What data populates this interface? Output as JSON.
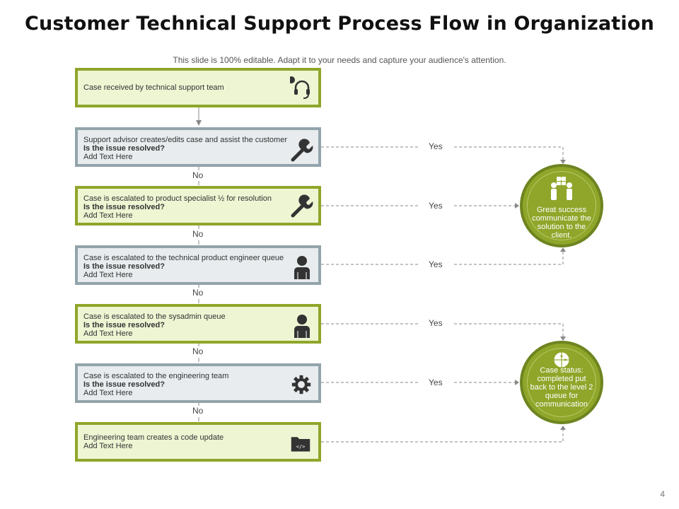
{
  "title": "Customer Technical Support Process Flow in Organization",
  "subtitle": "This slide is 100% editable. Adapt it to your needs and capture your audience's attention.",
  "steps": [
    {
      "text": "Case received by technical support team",
      "question": "",
      "note": "",
      "icon": "headset-icon"
    },
    {
      "text": "Support advisor creates/edits case and assist the customer",
      "question": "Is the issue resolved?",
      "note": "Add Text Here",
      "icon": "wrench-icon"
    },
    {
      "text": "Case is escalated to product specialist ½ for resolution",
      "question": "Is the issue resolved?",
      "note": "Add Text Here",
      "icon": "wrench-icon"
    },
    {
      "text": "Case is escalated to the technical product engineer queue",
      "question": "Is the issue resolved?",
      "note": "Add Text Here",
      "icon": "person-icon"
    },
    {
      "text": "Case is escalated to the sysadmin queue",
      "question": "Is the issue resolved?",
      "note": "Add Text Here",
      "icon": "person-icon"
    },
    {
      "text": "Case is escalated to the engineering team",
      "question": "Is the issue resolved?",
      "note": "Add Text Here",
      "icon": "gear-icon"
    },
    {
      "text": "Engineering team creates a code update",
      "question": "",
      "note": "Add Text Here",
      "icon": "code-folder-icon"
    }
  ],
  "labels": {
    "no": "No",
    "yes": "Yes"
  },
  "outcomes": [
    {
      "text": "Great success communicate the solution to the client.",
      "icon": "team-puzzle-icon"
    },
    {
      "text": "Case status: completed put back to the level 2 queue for communication",
      "icon": "puzzle-icon"
    }
  ],
  "page_number": "4",
  "colors": {
    "green": "#8fa62a",
    "grey": "#93a4ab",
    "green_fill": "#eef5d3",
    "grey_fill": "#e8ecee"
  }
}
